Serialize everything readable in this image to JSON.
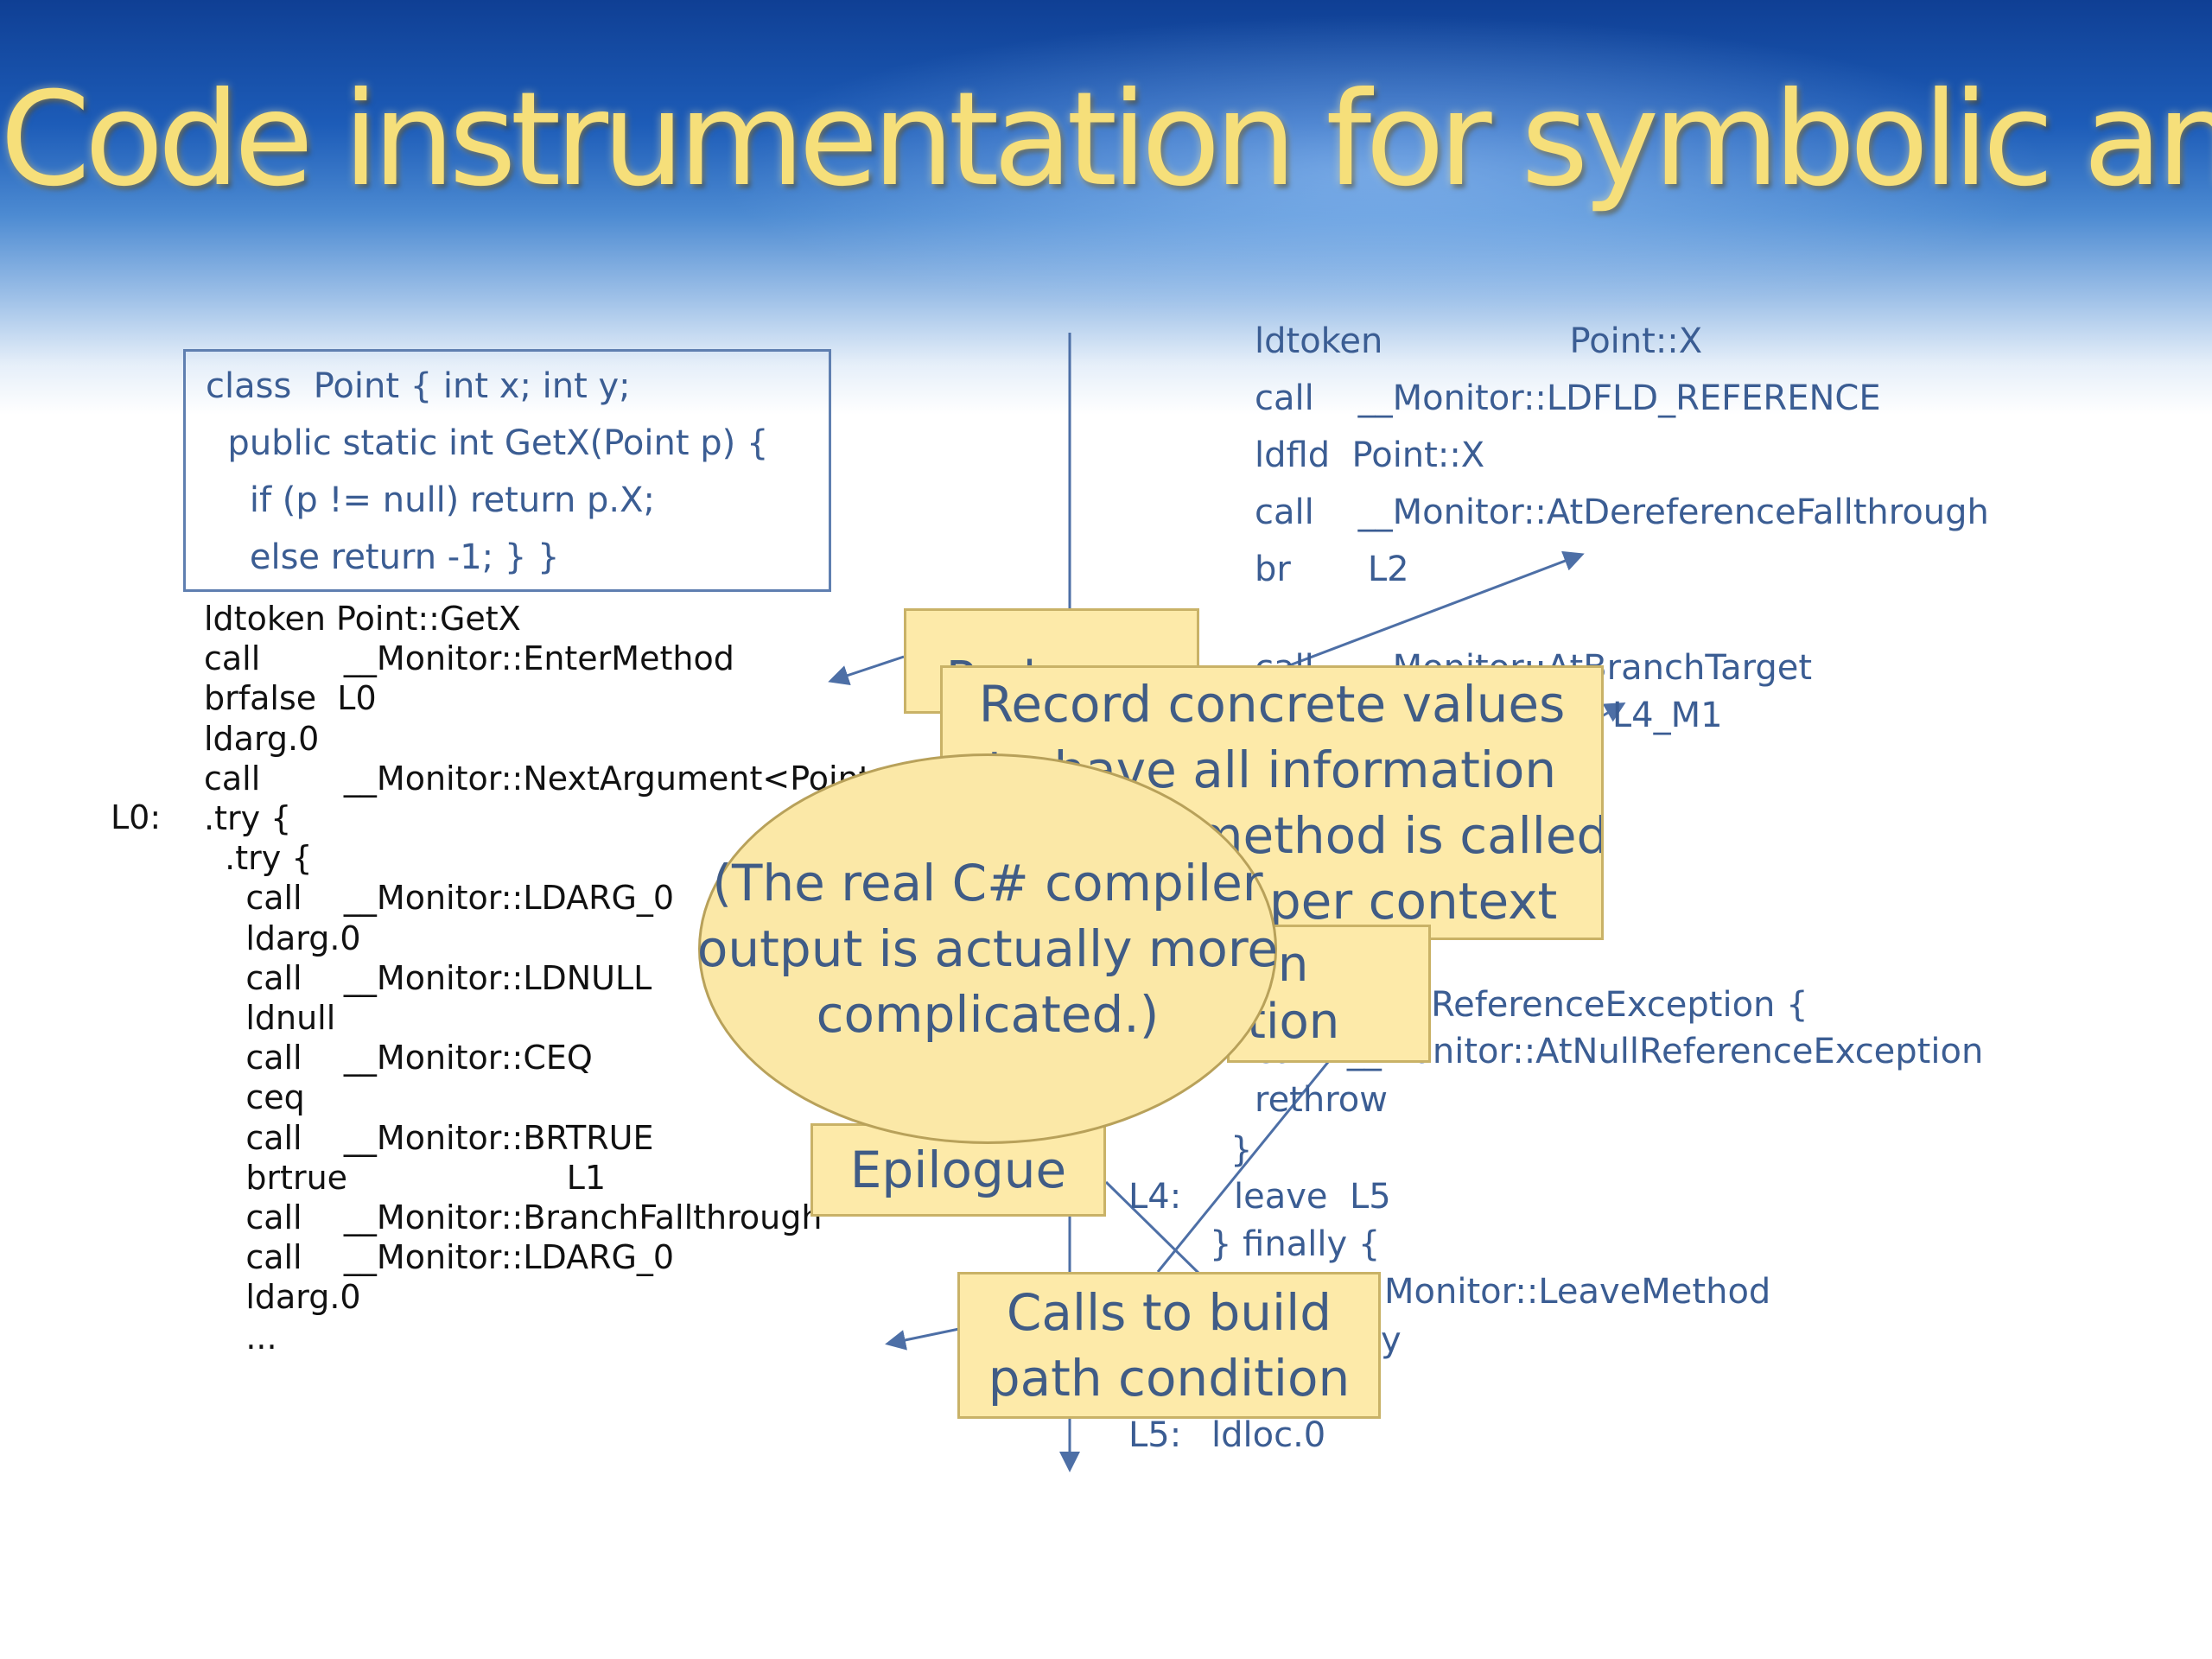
{
  "slide": {
    "title": "Code instrumentation for symbolic analysis",
    "source_box": {
      "lines": [
        "class  Point { int x; int y;",
        "  public static int GetX(Point p) {",
        "    if (p != null) return p.X;",
        "    else return -1; } }"
      ]
    },
    "left_code": {
      "label_l0": "L0:",
      "lines": [
        "ldtoken Point::GetX",
        "call        __Monitor::EnterMethod",
        "brfalse  L0",
        "ldarg.0",
        "call        __Monitor::NextArgument<Point>",
        ".try {",
        "  .try {",
        "    call    __Monitor::LDARG_0",
        "    ldarg.0",
        "    call    __Monitor::LDNULL",
        "    ldnull",
        "    call    __Monitor::CEQ",
        "    ceq",
        "    call    __Monitor::BRTRUE",
        "    brtrue                     L1",
        "    call    __Monitor::BranchFallthrough",
        "    call    __Monitor::LDARG_0",
        "    ldarg.0",
        "    ..."
      ]
    },
    "right_code": {
      "top_lines": [
        "ldtoken                 Point::X",
        "call    __Monitor::LDFLD_REFERENCE",
        "ldfld  Point::X",
        "call    __Monitor::AtDereferenceFallthrough",
        "br       L2"
      ],
      "frag_branch_target": "call    __Monitor::AtBranchTarget",
      "frag_m1": "L2   L4_M1",
      "frag_null_ref": "lReferenceException {",
      "frag_at_null": "call   __Monitor::AtNullReferenceException",
      "frag_rethrow": "rethrow",
      "frag_brace": "}",
      "frag_l4": "L4:",
      "frag_leave": "leave  L5",
      "frag_finally": "} finally {",
      "frag_leave_method": "Monitor::LeaveMethod",
      "frag_y": "y",
      "frag_l5": "L5:",
      "frag_ldloc": "ldloc.0",
      "frag_behind_1": "n",
      "frag_behind_2": "tion"
    },
    "callouts": {
      "prologue": "Prologue",
      "record": [
        "Record concrete values",
        "to have all information",
        "when this method is called",
        "with no proper context"
      ],
      "epilogue": "Epilogue",
      "path_condition": [
        "Calls to build",
        "path condition"
      ],
      "real_compiler": [
        "(The real C# compiler",
        "output is actually more",
        "complicated.)"
      ]
    }
  }
}
